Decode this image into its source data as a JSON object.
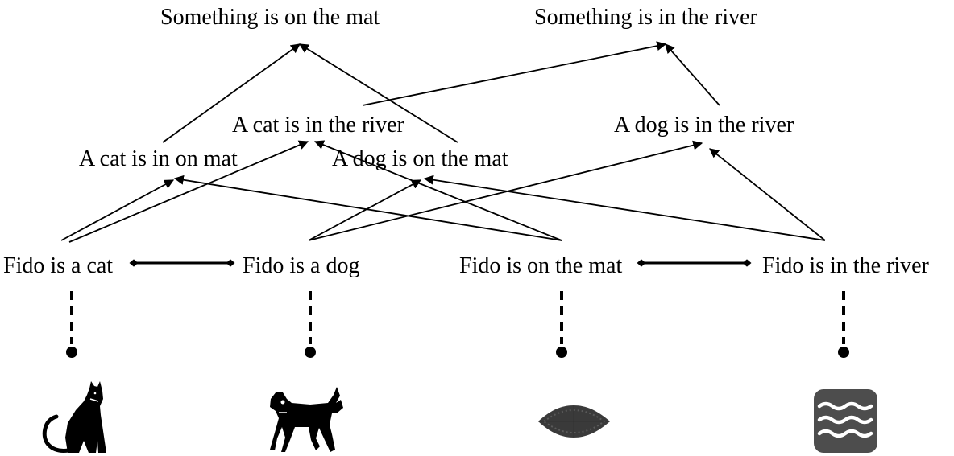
{
  "nodes": {
    "something_mat": "Something is on the mat",
    "something_river": "Something is in the river",
    "cat_river": "A cat is in the river",
    "dog_river": "A dog is in the river",
    "cat_mat": "A cat is in on mat",
    "dog_mat": "A dog is on the mat",
    "fido_cat": "Fido is a cat",
    "fido_dog": "Fido is a dog",
    "fido_mat": "Fido is on the mat",
    "fido_river": "Fido is in the river"
  },
  "icons": [
    "cat-icon",
    "dog-icon",
    "mat-icon",
    "river-icon"
  ],
  "colors": {
    "ink": "#000000",
    "mat": "#3a3a3a",
    "river_tile": "#4d4d4d"
  }
}
